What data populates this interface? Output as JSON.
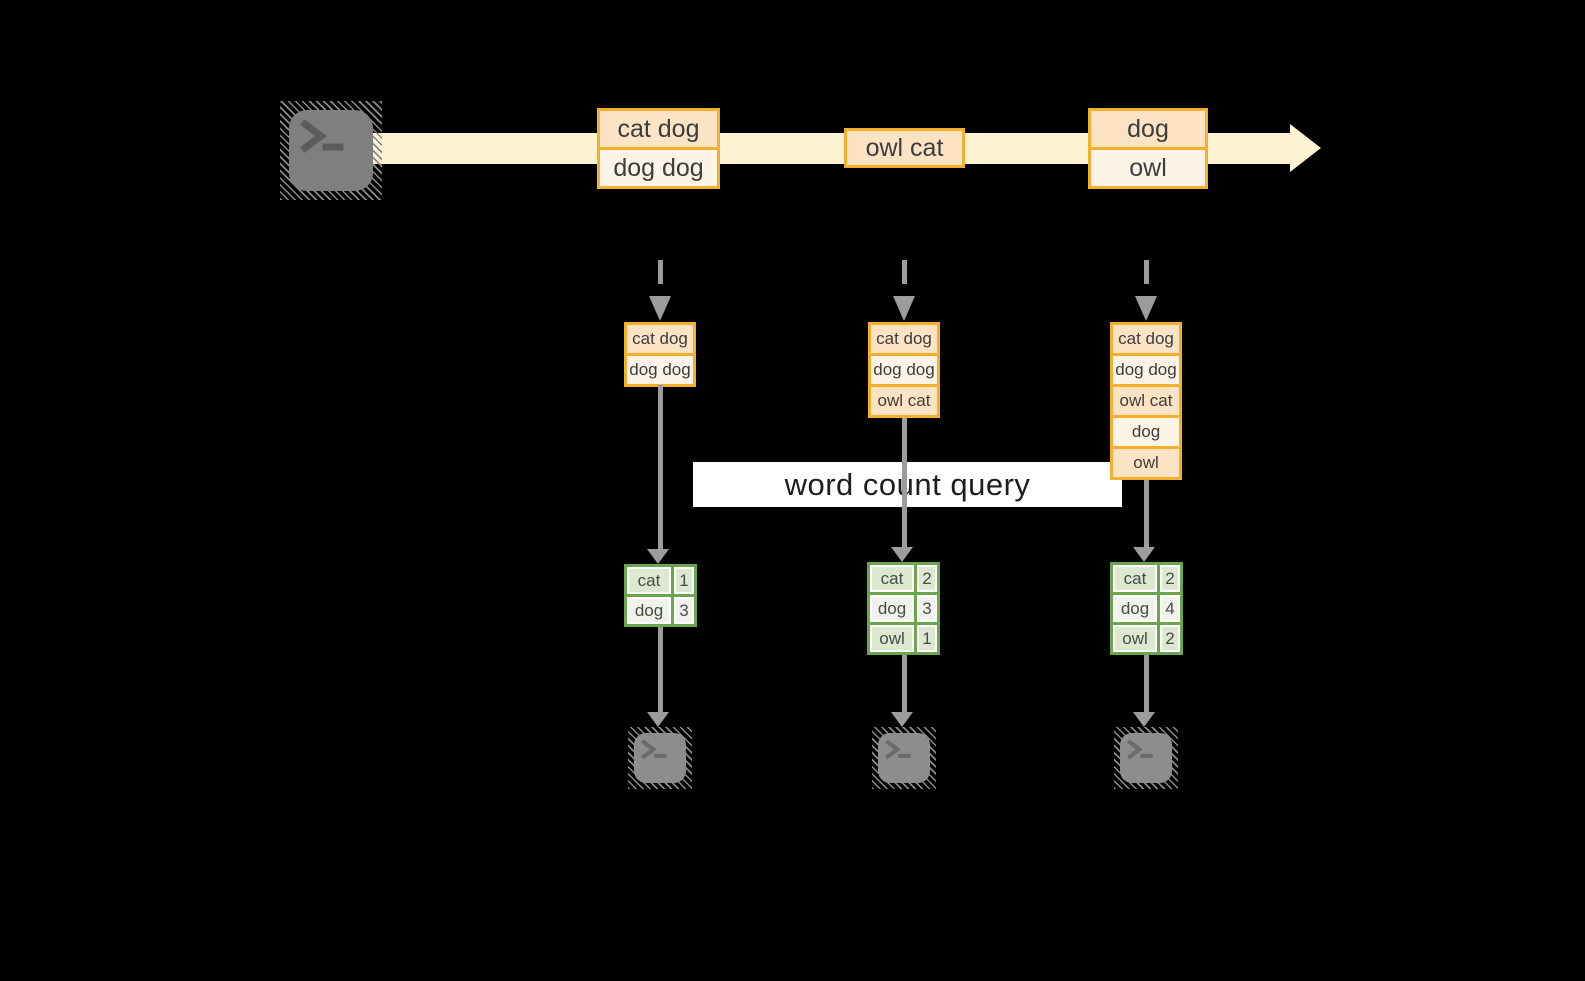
{
  "query_label": "word count query",
  "stream_batches": [
    [
      "cat dog",
      "dog dog"
    ],
    [
      "owl cat"
    ],
    [
      "dog",
      "owl"
    ]
  ],
  "columns": [
    {
      "buffer": [
        "cat dog",
        "dog dog"
      ],
      "counts": [
        {
          "word": "cat",
          "count": "1"
        },
        {
          "word": "dog",
          "count": "3"
        }
      ]
    },
    {
      "buffer": [
        "cat dog",
        "dog dog",
        "owl cat"
      ],
      "counts": [
        {
          "word": "cat",
          "count": "2"
        },
        {
          "word": "dog",
          "count": "3"
        },
        {
          "word": "owl",
          "count": "1"
        }
      ]
    },
    {
      "buffer": [
        "cat dog",
        "dog dog",
        "owl cat",
        "dog",
        "owl"
      ],
      "counts": [
        {
          "word": "cat",
          "count": "2"
        },
        {
          "word": "dog",
          "count": "4"
        },
        {
          "word": "owl",
          "count": "2"
        }
      ]
    }
  ],
  "icons": {
    "source": "terminal-prompt-icon",
    "consumers": [
      "terminal-prompt-icon",
      "terminal-prompt-icon",
      "terminal-prompt-icon"
    ]
  },
  "colors": {
    "background": "#000000",
    "stream_band": "#fbf3d2",
    "message_border": "#f2b02c",
    "message_fill_dark": "#fbe3c4",
    "message_fill_light": "#fdf4e8",
    "table_border_green": "#6aa74c",
    "cell_fill_green": "#dce8d0",
    "cell_fill_light": "#eff3ea",
    "arrow_gray": "#9c9c9c",
    "terminal_gray": "#7f7f7f",
    "query_band_bg": "#ffffff"
  }
}
